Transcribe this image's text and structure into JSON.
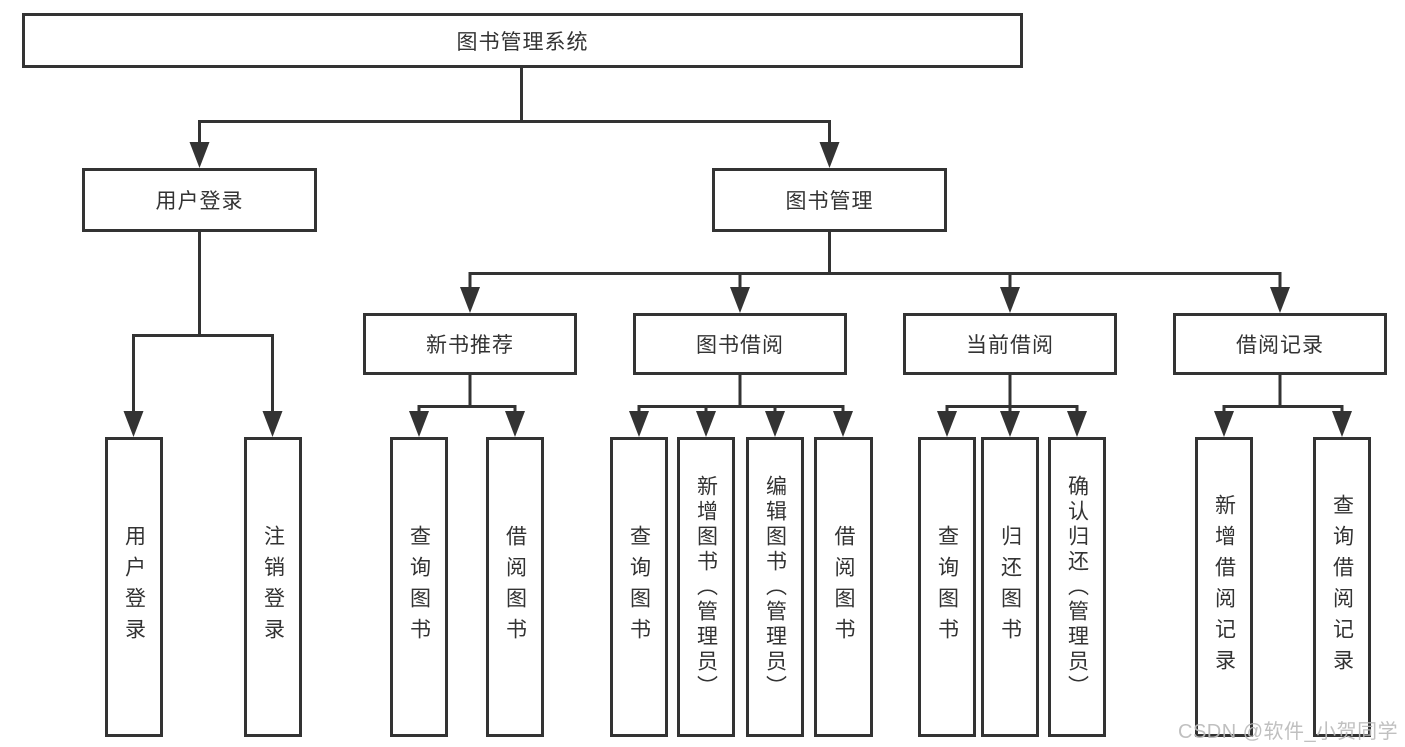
{
  "nodes": {
    "root": {
      "label": "图书管理系统"
    },
    "user_login": {
      "label": "用户登录"
    },
    "book_management": {
      "label": "图书管理"
    },
    "new_book_recommend": {
      "label": "新书推荐"
    },
    "book_borrowing": {
      "label": "图书借阅"
    },
    "current_borrowing": {
      "label": "当前借阅"
    },
    "borrowing_records": {
      "label": "借阅记录"
    }
  },
  "leaves": [
    {
      "label": "用户登录"
    },
    {
      "label": "注销登录"
    },
    {
      "label": "查询图书"
    },
    {
      "label": "借阅图书"
    },
    {
      "label": "查询图书"
    },
    {
      "label": "新增图书（管理员）"
    },
    {
      "label": "编辑图书（管理员）"
    },
    {
      "label": "借阅图书"
    },
    {
      "label": "查询图书"
    },
    {
      "label": "归还图书"
    },
    {
      "label": "确认归还（管理员）"
    },
    {
      "label": "新增借阅记录"
    },
    {
      "label": "查询借阅记录"
    }
  ],
  "watermark": {
    "text": "CSDN @软件_小贺同学"
  },
  "colors": {
    "line": "#333333",
    "text": "#333333",
    "watermark": "#bbbbbb",
    "background": "#ffffff"
  }
}
